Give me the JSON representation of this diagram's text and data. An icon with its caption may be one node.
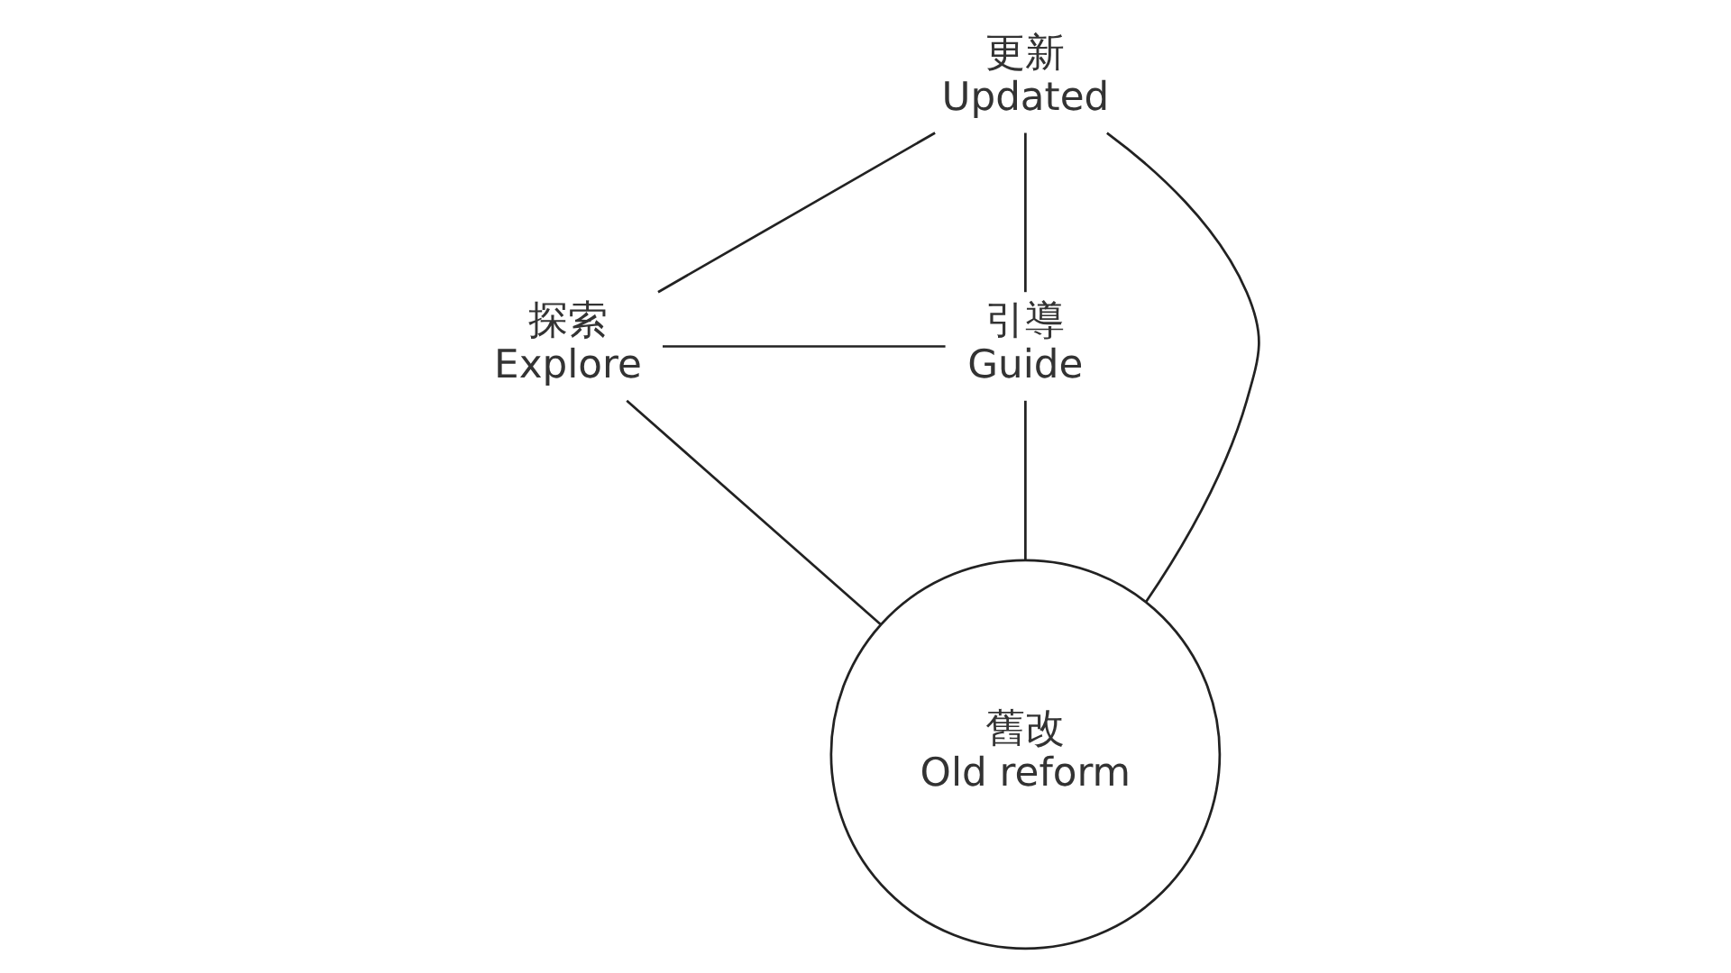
{
  "diagram": {
    "nodes": [
      {
        "text": [
          "更新",
          "Updated"
        ]
      },
      {
        "text": [
          "探索",
          "Explore"
        ]
      },
      {
        "text": [
          "引導",
          "Guide"
        ]
      },
      {
        "text": [
          "舊改",
          "Old reform"
        ]
      }
    ],
    "edges": [
      {
        "from": 0,
        "to": 1,
        "arrow": "none"
      },
      {
        "from": 0,
        "to": 2,
        "arrow": "none"
      },
      {
        "from": 1,
        "to": 2,
        "arrow": "none"
      },
      {
        "from": 0,
        "to": 3,
        "arrow": "none"
      },
      {
        "from": 1,
        "to": 3,
        "arrow": "none"
      },
      {
        "from": 2,
        "to": 3,
        "arrow": "none"
      }
    ]
  }
}
